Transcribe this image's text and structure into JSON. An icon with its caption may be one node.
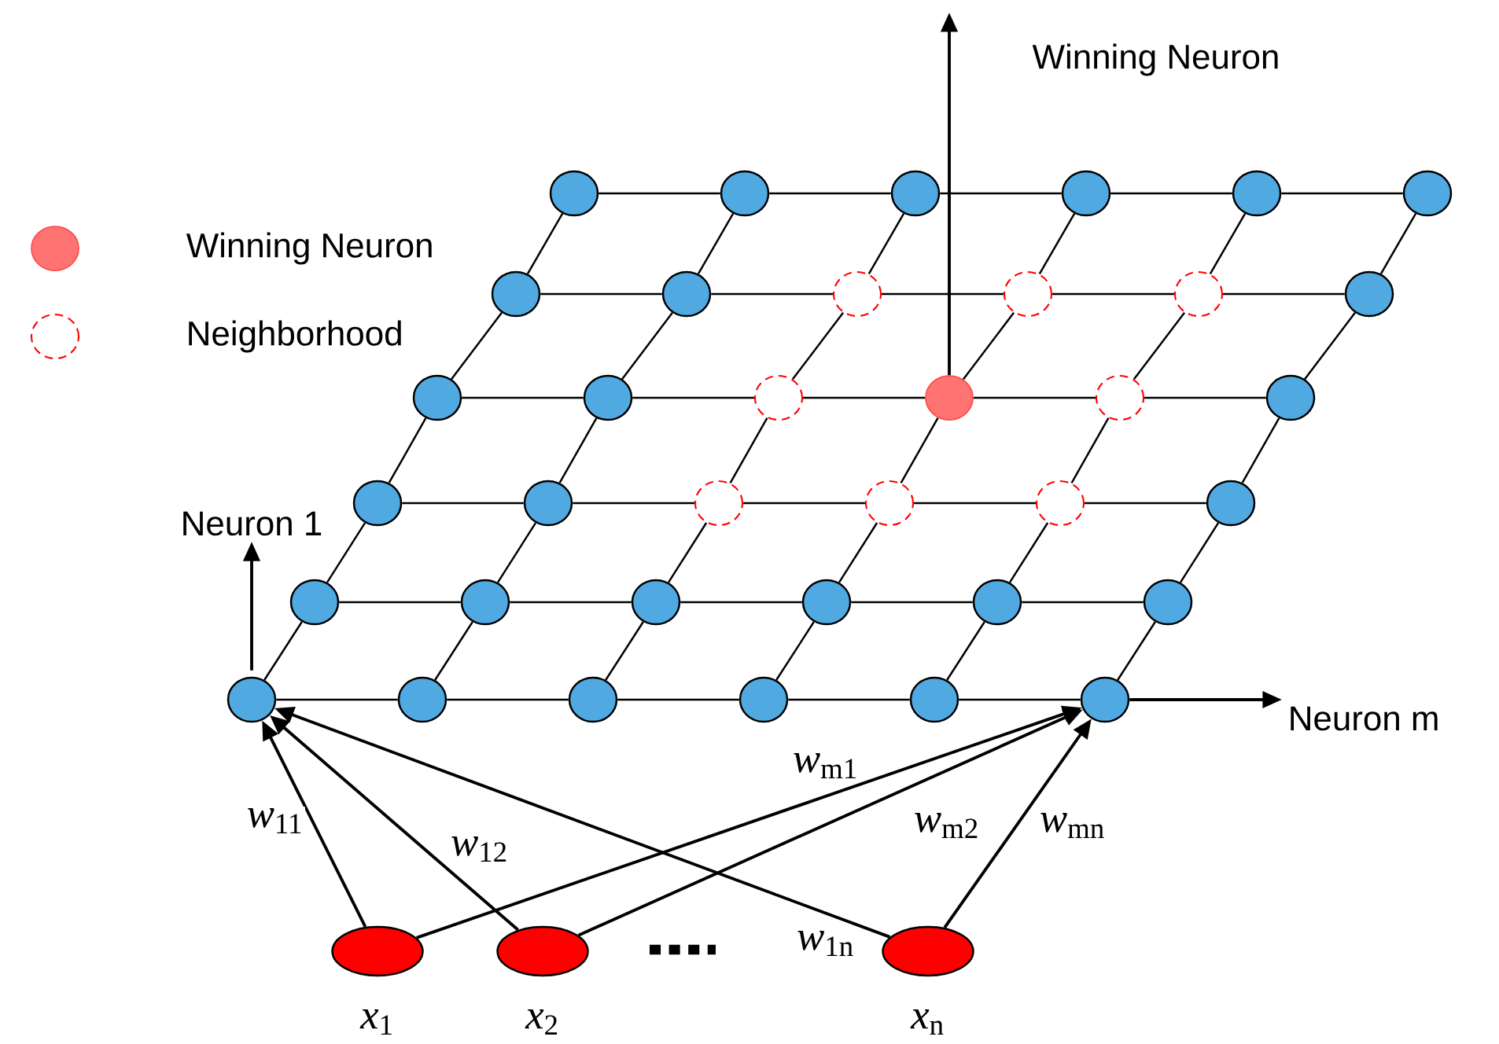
{
  "diagram": {
    "nodes": [
      {
        "text": [
          "Winning Neuron"
        ]
      },
      {
        "text": [],
        "shape": "circle"
      },
      {
        "text": [],
        "shape": "circle"
      },
      {
        "text": [],
        "shape": "circle"
      },
      {
        "text": [],
        "shape": "circle"
      },
      {
        "text": [],
        "shape": "circle"
      },
      {
        "text": [],
        "shape": "circle"
      },
      {
        "text": [],
        "shape": "circle"
      },
      {
        "text": [],
        "shape": "circle"
      },
      {
        "text": [],
        "shape": "circle"
      },
      {
        "text": [],
        "shape": "circle"
      },
      {
        "text": [],
        "shape": "circle"
      },
      {
        "text": [],
        "shape": "circle"
      },
      {
        "text": [],
        "shape": "circle"
      },
      {
        "text": [],
        "shape": "circle"
      },
      {
        "text": [],
        "shape": "circle"
      },
      {
        "text": [],
        "shape": "circle"
      },
      {
        "text": [],
        "shape": "circle"
      },
      {
        "text": [],
        "shape": "circle"
      },
      {
        "text": [],
        "shape": "circle"
      },
      {
        "text": [],
        "shape": "circle"
      },
      {
        "text": [],
        "shape": "circle"
      },
      {
        "text": [],
        "shape": "circle"
      },
      {
        "text": [],
        "shape": "circle"
      },
      {
        "text": [],
        "shape": "circle"
      },
      {
        "text": [],
        "shape": "circle"
      },
      {
        "text": [],
        "shape": "circle"
      },
      {
        "text": [],
        "shape": "circle"
      },
      {
        "text": [],
        "shape": "circle"
      },
      {
        "text": [],
        "shape": "circle"
      },
      {
        "text": [],
        "shape": "circle"
      },
      {
        "text": [],
        "shape": "circle"
      },
      {
        "text": [],
        "shape": "circle"
      },
      {
        "text": [],
        "shape": "circle"
      },
      {
        "text": [],
        "shape": "circle"
      },
      {
        "text": [],
        "shape": "circle"
      },
      {
        "text": [],
        "shape": "circle"
      },
      {
        "text": [
          "Neuron 1"
        ]
      },
      {
        "text": [
          "Neuron m"
        ]
      },
      {
        "text": [],
        "shape": "circle",
        "beside": [
          "*x*$_{1}$"
        ]
      },
      {
        "text": [],
        "shape": "circle",
        "beside": [
          "*x*$_{2}$"
        ]
      },
      {
        "text": [],
        "shape": "circle",
        "beside": [
          "*x*$_{n}$"
        ]
      }
    ],
    "edges": [
      {
        "from": 16,
        "to": 0,
        "arrow": "to"
      },
      {
        "from": 1,
        "to": 2,
        "arrow": "none"
      },
      {
        "from": 2,
        "to": 3,
        "arrow": "none"
      },
      {
        "from": 3,
        "to": 4,
        "arrow": "none"
      },
      {
        "from": 4,
        "to": 5,
        "arrow": "none"
      },
      {
        "from": 5,
        "to": 6,
        "arrow": "none"
      },
      {
        "from": 7,
        "to": 8,
        "arrow": "none"
      },
      {
        "from": 8,
        "to": 9,
        "arrow": "none"
      },
      {
        "from": 9,
        "to": 10,
        "arrow": "none"
      },
      {
        "from": 10,
        "to": 11,
        "arrow": "none"
      },
      {
        "from": 11,
        "to": 12,
        "arrow": "none"
      },
      {
        "from": 13,
        "to": 14,
        "arrow": "none"
      },
      {
        "from": 14,
        "to": 15,
        "arrow": "none"
      },
      {
        "from": 15,
        "to": 16,
        "arrow": "none"
      },
      {
        "from": 16,
        "to": 17,
        "arrow": "none"
      },
      {
        "from": 17,
        "to": 18,
        "arrow": "none"
      },
      {
        "from": 19,
        "to": 20,
        "arrow": "none"
      },
      {
        "from": 20,
        "to": 21,
        "arrow": "none"
      },
      {
        "from": 21,
        "to": 22,
        "arrow": "none"
      },
      {
        "from": 22,
        "to": 23,
        "arrow": "none"
      },
      {
        "from": 23,
        "to": 24,
        "arrow": "none"
      },
      {
        "from": 25,
        "to": 26,
        "arrow": "none"
      },
      {
        "from": 26,
        "to": 27,
        "arrow": "none"
      },
      {
        "from": 27,
        "to": 28,
        "arrow": "none"
      },
      {
        "from": 28,
        "to": 29,
        "arrow": "none"
      },
      {
        "from": 29,
        "to": 30,
        "arrow": "none"
      },
      {
        "from": 31,
        "to": 32,
        "arrow": "none"
      },
      {
        "from": 32,
        "to": 33,
        "arrow": "none"
      },
      {
        "from": 33,
        "to": 34,
        "arrow": "none"
      },
      {
        "from": 34,
        "to": 35,
        "arrow": "none"
      },
      {
        "from": 35,
        "to": 36,
        "arrow": "none"
      },
      {
        "from": 1,
        "to": 7,
        "arrow": "none"
      },
      {
        "from": 2,
        "to": 8,
        "arrow": "none"
      },
      {
        "from": 3,
        "to": 9,
        "arrow": "none"
      },
      {
        "from": 4,
        "to": 10,
        "arrow": "none"
      },
      {
        "from": 5,
        "to": 11,
        "arrow": "none"
      },
      {
        "from": 6,
        "to": 12,
        "arrow": "none"
      },
      {
        "from": 7,
        "to": 13,
        "arrow": "none"
      },
      {
        "from": 8,
        "to": 14,
        "arrow": "none"
      },
      {
        "from": 9,
        "to": 15,
        "arrow": "none"
      },
      {
        "from": 10,
        "to": 16,
        "arrow": "none"
      },
      {
        "from": 11,
        "to": 17,
        "arrow": "none"
      },
      {
        "from": 12,
        "to": 18,
        "arrow": "none"
      },
      {
        "from": 13,
        "to": 19,
        "arrow": "none"
      },
      {
        "from": 14,
        "to": 20,
        "arrow": "none"
      },
      {
        "from": 15,
        "to": 21,
        "arrow": "none"
      },
      {
        "from": 16,
        "to": 22,
        "arrow": "none"
      },
      {
        "from": 17,
        "to": 23,
        "arrow": "none"
      },
      {
        "from": 18,
        "to": 24,
        "arrow": "none"
      },
      {
        "from": 19,
        "to": 25,
        "arrow": "none"
      },
      {
        "from": 20,
        "to": 26,
        "arrow": "none"
      },
      {
        "from": 21,
        "to": 27,
        "arrow": "none"
      },
      {
        "from": 22,
        "to": 28,
        "arrow": "none"
      },
      {
        "from": 23,
        "to": 29,
        "arrow": "none"
      },
      {
        "from": 24,
        "to": 30,
        "arrow": "none"
      },
      {
        "from": 25,
        "to": 31,
        "arrow": "none"
      },
      {
        "from": 26,
        "to": 32,
        "arrow": "none"
      },
      {
        "from": 27,
        "to": 33,
        "arrow": "none"
      },
      {
        "from": 28,
        "to": 34,
        "arrow": "none"
      },
      {
        "from": 29,
        "to": 35,
        "arrow": "none"
      },
      {
        "from": 30,
        "to": 36,
        "arrow": "none"
      },
      {
        "from": 31,
        "to": 37,
        "arrow": "to"
      },
      {
        "from": 36,
        "to": 38,
        "arrow": "to"
      },
      {
        "from": 39,
        "to": 31,
        "arrow": "to",
        "label": "*w*$_{11}$"
      },
      {
        "from": 40,
        "to": 31,
        "arrow": "to",
        "label": "*w*$_{12}$"
      },
      {
        "from": 41,
        "to": 31,
        "arrow": "to",
        "label": "*w*$_{1n}$"
      },
      {
        "from": 39,
        "to": 36,
        "arrow": "to",
        "label": "*w*$_{m1}$"
      },
      {
        "from": 40,
        "to": 36,
        "arrow": "to",
        "label": "*w*$_{m2}$"
      },
      {
        "from": 41,
        "to": 36,
        "arrow": "to",
        "label": "*w*$_{mn}$"
      }
    ],
    "legend": [
      {
        "text": "Winning Neuron"
      },
      {
        "text": "Neighborhood"
      }
    ]
  }
}
